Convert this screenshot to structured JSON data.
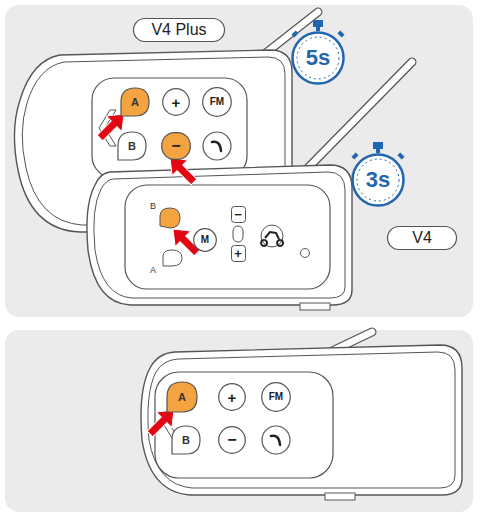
{
  "diagram": {
    "nodes": [
      {
        "text": [
          "V4 Plus"
        ]
      },
      {
        "text": [
          "5s"
        ]
      },
      {
        "text": [
          "A"
        ]
      },
      {
        "text": [
          "+"
        ]
      },
      {
        "text": [
          "FM"
        ]
      },
      {
        "text": [
          "B"
        ]
      },
      {
        "text": [
          "−"
        ]
      },
      {
        "text": [
          "3s"
        ]
      },
      {
        "text": [
          "V4"
        ]
      },
      {
        "text": [
          "M"
        ]
      },
      {
        "text": [
          "−"
        ]
      },
      {
        "text": [
          "+"
        ]
      },
      {
        "text": [
          "A"
        ]
      },
      {
        "text": [
          "+"
        ]
      },
      {
        "text": [
          "FM"
        ]
      },
      {
        "text": [
          "B"
        ]
      },
      {
        "text": [
          "−"
        ]
      }
    ],
    "labels": [
      "B",
      "A"
    ]
  }
}
